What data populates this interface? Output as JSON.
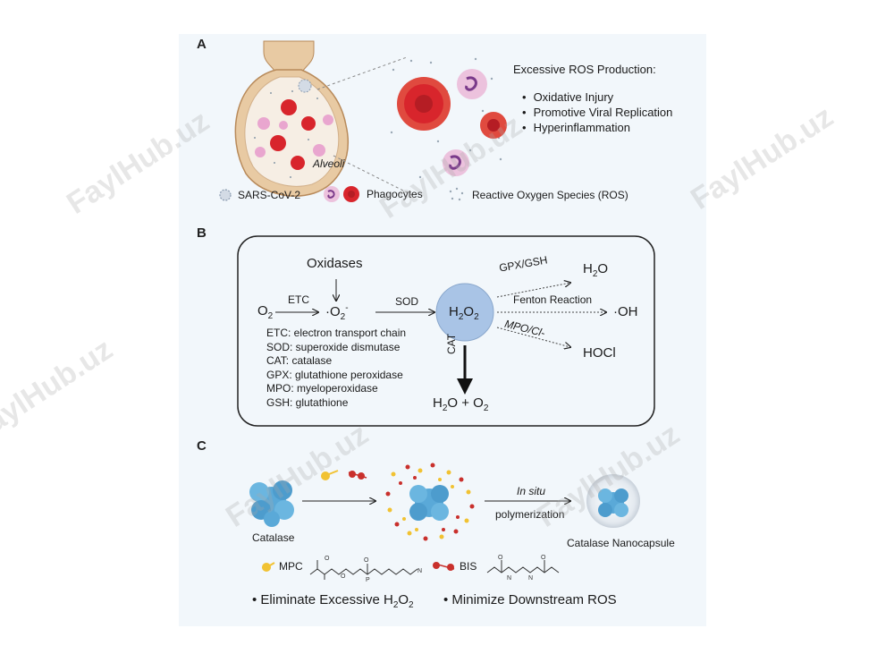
{
  "panels": {
    "a": "A",
    "b": "B",
    "c": "C"
  },
  "panel_a": {
    "alveoli_label": "Alveoli",
    "ros_title": "Excessive ROS Production:",
    "effects": [
      "Oxidative Injury",
      "Promotive Viral Replication",
      "Hyperinflammation"
    ],
    "legend": {
      "virus": "SARS-CoV-2",
      "phagocytes": "Phagocytes",
      "ros": "Reactive Oxygen Species (ROS)"
    }
  },
  "panel_b": {
    "oxidases": "Oxidases",
    "o2": "O",
    "o2_sub": "2",
    "etc": "ETC",
    "superoxide": "·O",
    "superoxide_sub": "2",
    "superoxide_sup": "-",
    "sod": "SOD",
    "h2o2_h": "H",
    "h2o2_sub1": "2",
    "h2o2_o": "O",
    "h2o2_sub2": "2",
    "gpx_gsh": "GPX/GSH",
    "h2o": "H",
    "h2o_sub": "2",
    "h2o_o": "O",
    "fenton": "Fenton Reaction",
    "oh": "·OH",
    "mpo_cl": "MPO/Cl-",
    "hocl": "HOCl",
    "cat": "CAT",
    "h2o_o2": [
      "H",
      "2",
      "O + O",
      "2"
    ],
    "abbreviations": [
      "ETC: electron transport chain",
      "SOD: superoxide dismutase",
      "CAT: catalase",
      "GPX: glutathione peroxidase",
      "MPO: myeloperoxidase",
      "GSH: glutathione"
    ]
  },
  "panel_c": {
    "catalase": "Catalase",
    "in_situ": "In situ",
    "polymerization": "polymerization",
    "nanocapsule": "Catalase Nanocapsule",
    "mpc": "MPC",
    "bis": "BIS",
    "bullet_1": "Eliminate Excessive H",
    "bullet_1_sub": "2",
    "bullet_1_end": "O",
    "bullet_1_sub2": "2",
    "bullet_2": "Minimize Downstream ROS"
  },
  "watermark": "FaylHub.uz",
  "colors": {
    "background": "#f2f7fb",
    "phagocyte_red": "#d8252c",
    "phagocyte_pink": "#e9a6cf",
    "h2o2_circle": "#a9c4e6",
    "catalase_blue": "#5aa9d8",
    "alveoli_tan": "#e8caa3"
  }
}
